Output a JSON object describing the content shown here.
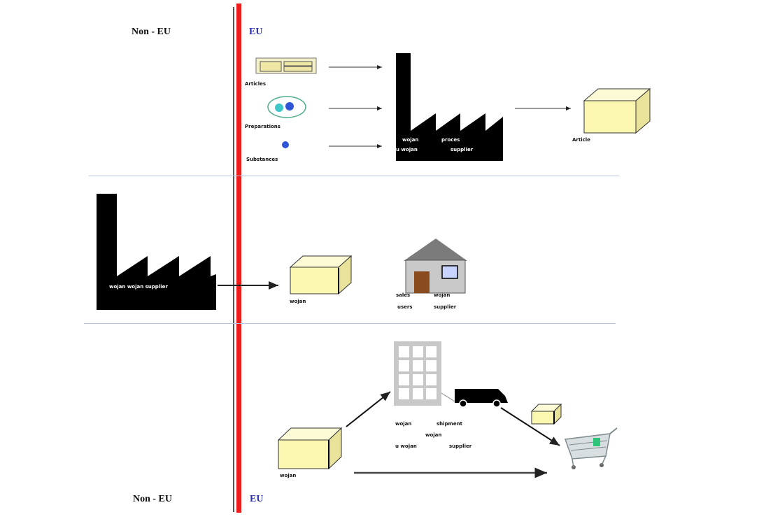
{
  "regions": {
    "top_non_eu": "Non - EU",
    "top_eu": "EU",
    "bottom_non_eu": "Non - EU",
    "bottom_eu": "EU"
  },
  "row1": {
    "inputs": [
      "Articles",
      "Preparations",
      "Substances"
    ],
    "factory_label_1": "wojan",
    "factory_label_2": "proces",
    "factory_label_3": "u wojan",
    "factory_label_4": "supplier",
    "output_label": "Article"
  },
  "row2": {
    "factory_label": "wojan wojan supplier",
    "box_label": "wojan",
    "house_label_1": "sales",
    "house_label_2": "wojan",
    "house_label_3": "users",
    "house_label_4": "supplier"
  },
  "row3": {
    "box_label": "wojan",
    "warehouse_label_1": "wojan",
    "warehouse_label_2": "shipment",
    "warehouse_label_3": "wojan",
    "warehouse_label_4": "u wojan",
    "warehouse_label_5": "supplier"
  },
  "colors": {
    "border_line": "#ee1c1c",
    "eu_text": "#2b2fb0",
    "box_fill": "#fbf7b0",
    "factory": "#000000",
    "separator": "#b9c3e6"
  }
}
